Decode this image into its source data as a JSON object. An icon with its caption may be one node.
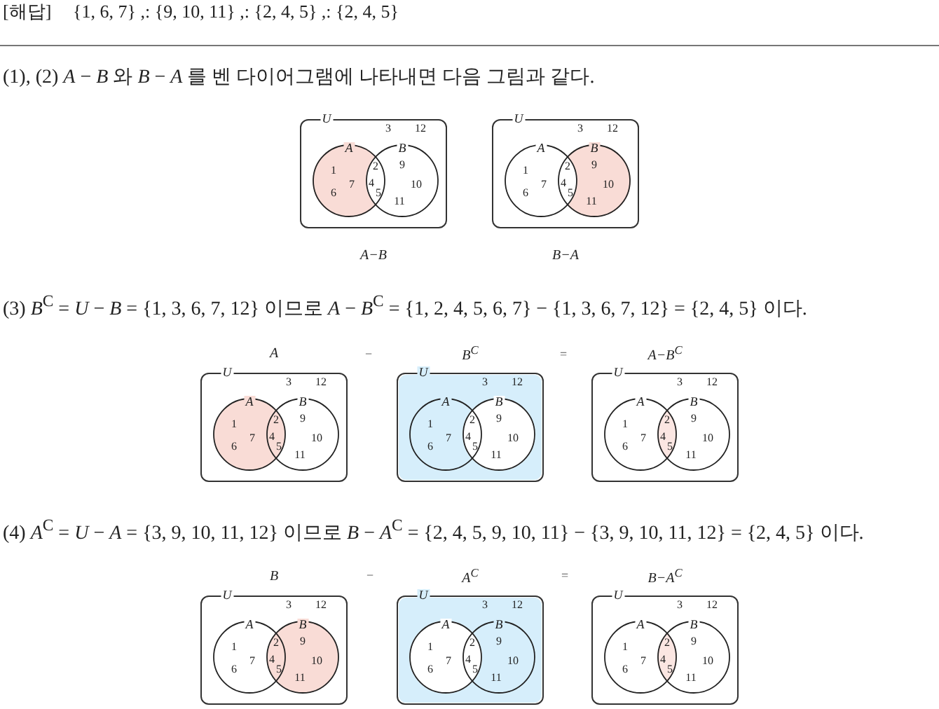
{
  "diagram": {
    "nodes": [
      {
        "text": [
          "U"
        ],
        "beside": [
          "A−B"
        ]
      },
      {
        "text": [
          "A"
        ],
        "in": 0
      },
      {
        "text": [
          "B"
        ],
        "in": 0
      },
      {
        "text": [
          "U"
        ],
        "beside": [
          "B−A"
        ]
      },
      {
        "text": [
          "A"
        ],
        "in": 3
      },
      {
        "text": [
          "B"
        ],
        "in": 3
      },
      {
        "text": [
          "U"
        ],
        "beside": [
          "A"
        ]
      },
      {
        "text": [
          "A"
        ],
        "in": 6
      },
      {
        "text": [
          "B"
        ],
        "in": 6
      },
      {
        "text": [
          "U"
        ],
        "beside": [
          "B$^{C}$"
        ]
      },
      {
        "text": [
          "A"
        ],
        "in": 9
      },
      {
        "text": [
          "B"
        ],
        "in": 9
      },
      {
        "text": [
          "U"
        ],
        "beside": [
          "A−B$^{C}$"
        ]
      },
      {
        "text": [
          "A"
        ],
        "in": 12
      },
      {
        "text": [
          "B"
        ],
        "in": 12
      },
      {
        "text": [
          "U"
        ],
        "beside": [
          "B"
        ]
      },
      {
        "text": [
          "A"
        ],
        "in": 15
      },
      {
        "text": [
          "B"
        ],
        "in": 15
      },
      {
        "text": [
          "U"
        ],
        "beside": [
          "A$^{C}$"
        ]
      },
      {
        "text": [
          "A"
        ],
        "in": 18
      },
      {
        "text": [
          "B"
        ],
        "in": 18
      },
      {
        "text": [
          "U"
        ],
        "beside": [
          "B−A$^{C}$"
        ]
      },
      {
        "text": [
          "A"
        ],
        "in": 21
      },
      {
        "text": [
          "B"
        ],
        "in": 21
      }
    ],
    "labels": [
      "[해답]",
      "{1, 6, 7} ,: {9, 10, 11} ,: {2, 4, 5} ,: {2, 4, 5}",
      "(1), (2) *A* − *B* 와 *B* − *A* 를 벤 다이어그램에 나타내면 다음 그림과 같다.",
      "3",
      "12",
      "1",
      "2",
      "9",
      "7",
      "4",
      "10",
      "6",
      "5",
      "11",
      "3",
      "12",
      "1",
      "2",
      "9",
      "7",
      "4",
      "10",
      "6",
      "5",
      "11",
      "(3) *B*$^{C}$ = *U* − *B* = {1, 3, 6, 7, 12} 이므로 *A* − *B*$^{C}$ = {1, 2, 4, 5, 6, 7} − {1, 3, 6, 7, 12} = {2, 4, 5} 이다.",
      "−",
      "=",
      "3",
      "12",
      "1",
      "2",
      "9",
      "7",
      "4",
      "10",
      "6",
      "5",
      "11",
      "3",
      "12",
      "1",
      "2",
      "9",
      "7",
      "4",
      "10",
      "6",
      "5",
      "11",
      "3",
      "12",
      "1",
      "2",
      "9",
      "7",
      "4",
      "10",
      "6",
      "5",
      "11",
      "(4) *A*$^{C}$ = *U* − *A* = {3, 9, 10, 11, 12} 이므로 *B* − *A*$^{C}$ = {2, 4, 5, 9, 10, 11} − {3, 9, 10, 11, 12} = {2, 4, 5} 이다.",
      "−",
      "=",
      "3",
      "12",
      "1",
      "2",
      "9",
      "7",
      "4",
      "10",
      "6",
      "5",
      "11",
      "3",
      "12",
      "1",
      "2",
      "9",
      "7",
      "4",
      "10",
      "6",
      "5",
      "11",
      "3",
      "12",
      "1",
      "2",
      "9",
      "7",
      "4",
      "10",
      "6",
      "5",
      "11"
    ]
  }
}
